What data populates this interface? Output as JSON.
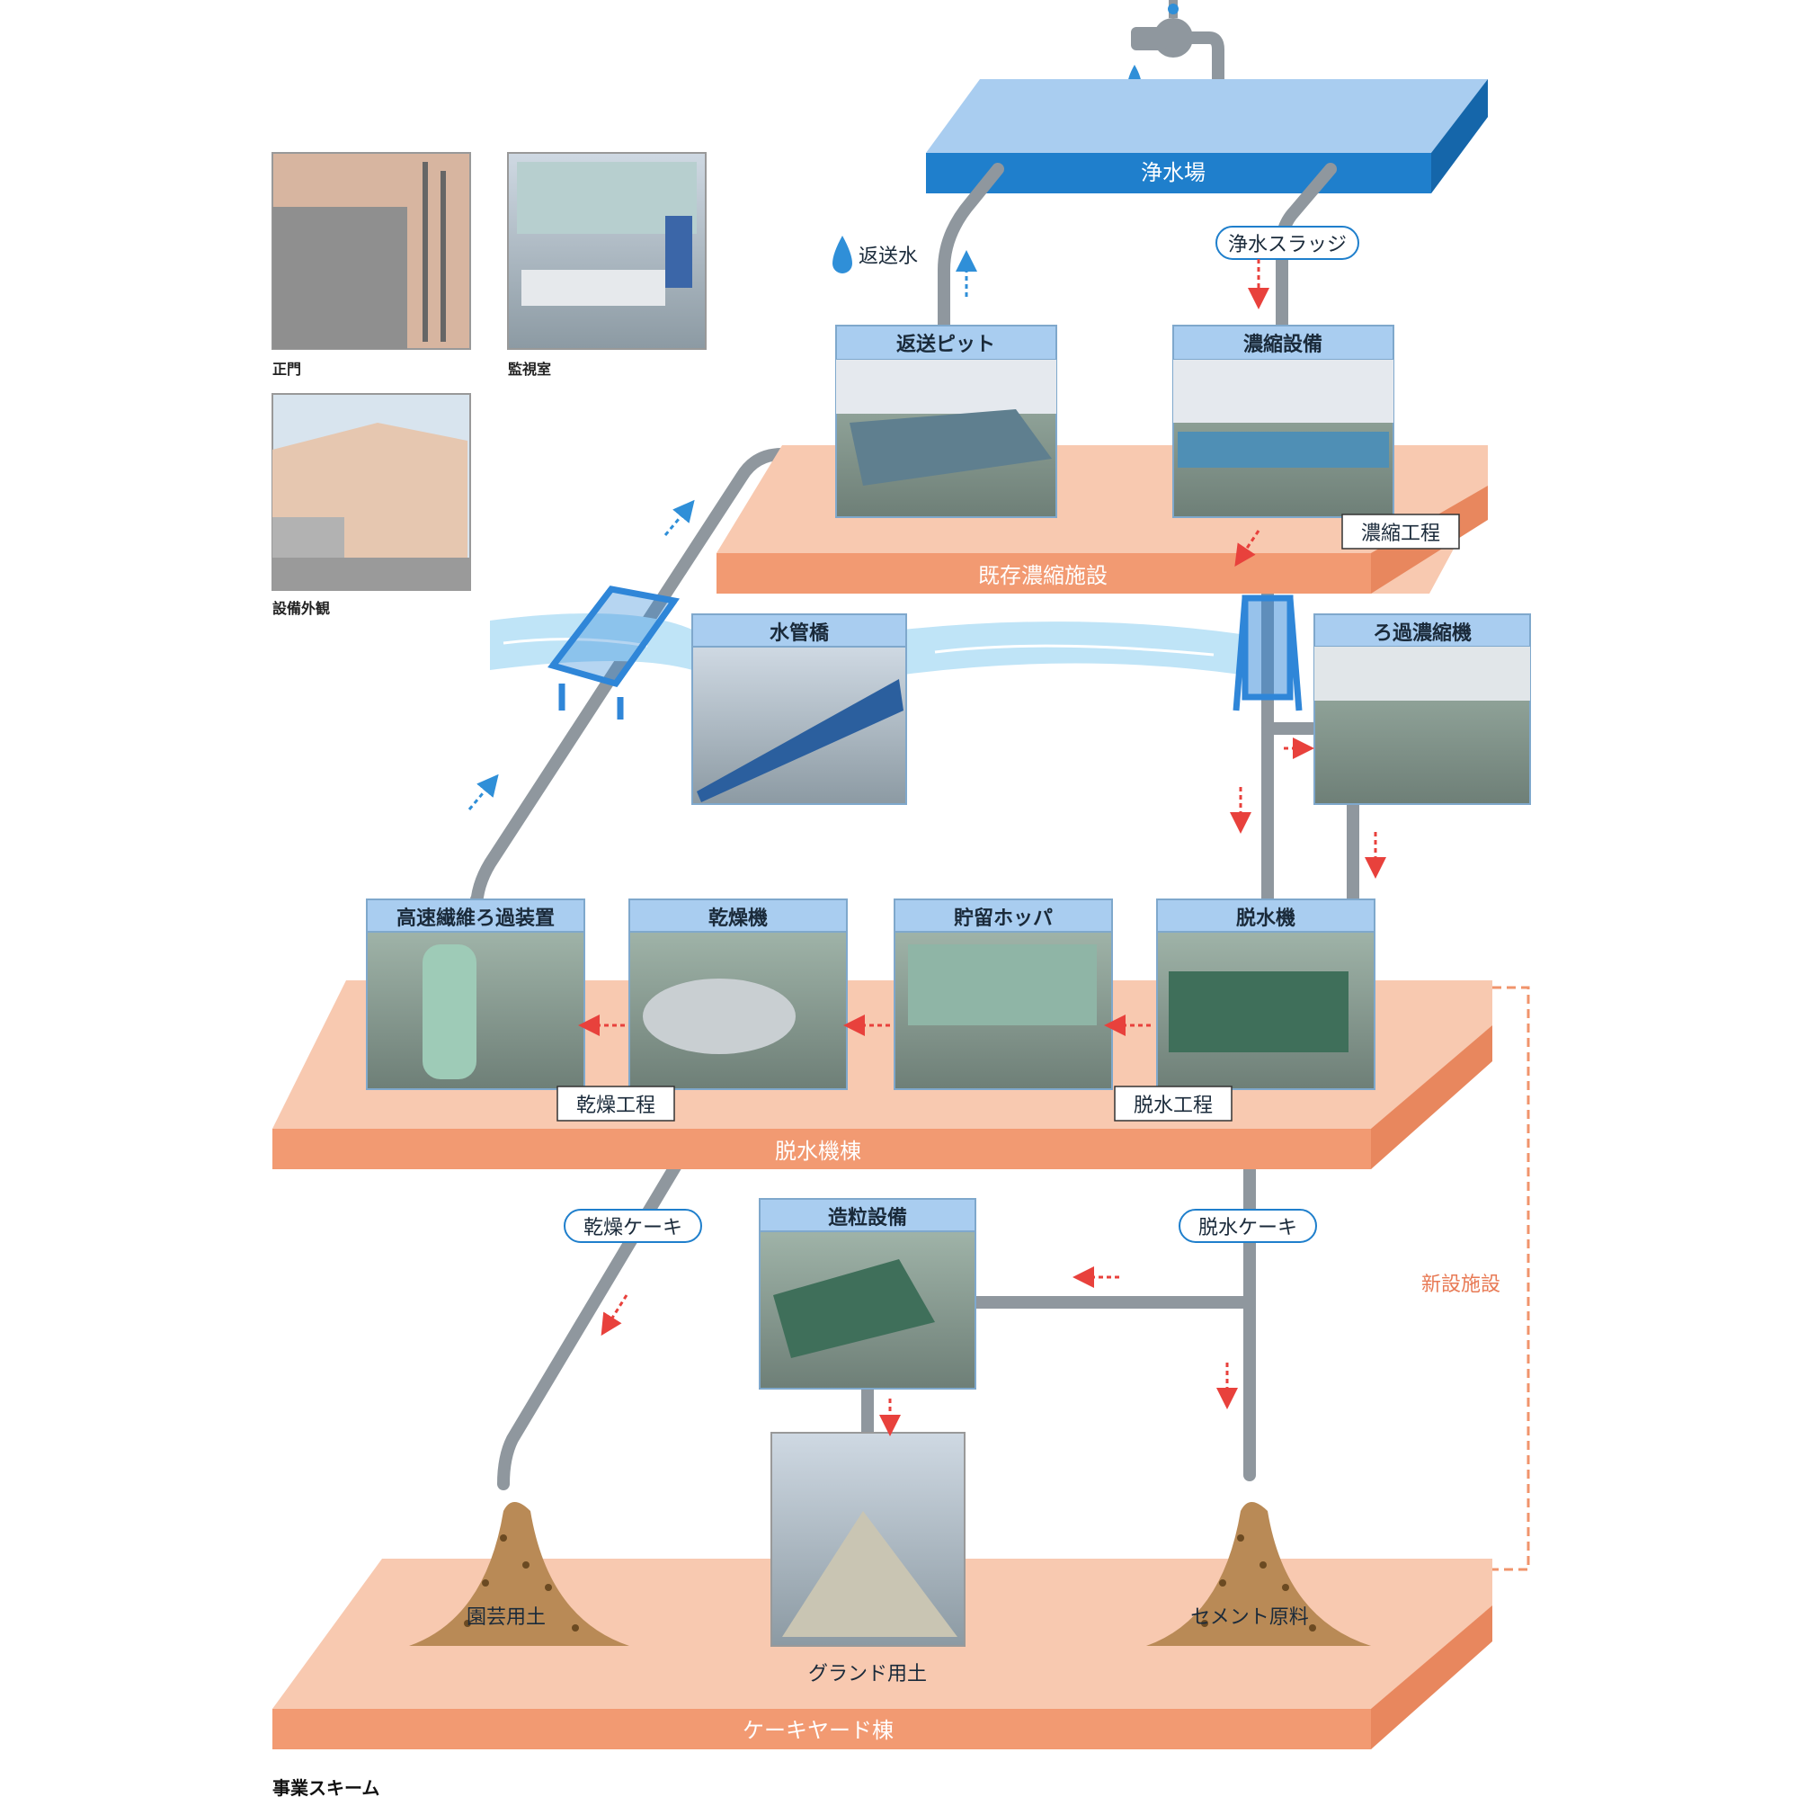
{
  "diagram": {
    "caption": "事業スキーム",
    "colors": {
      "platform_top": "#f8c9b0",
      "platform_front": "#f29a72",
      "top_platform_top": "#a9cdf0",
      "top_platform_front": "#1f7fcc",
      "box_header": "#a9cdf0",
      "pipe": "#8f979e",
      "arrow_red": "#e8413c",
      "arrow_blue": "#2f8fd8",
      "river": "#bfe4f7",
      "bridge": "#2f86d8",
      "soil": "#b98a56",
      "dashed_bracket": "#f0946c"
    },
    "platforms": {
      "water_plant": "浄水場",
      "existing_thickening": "既存濃縮施設",
      "dewatering_building": "脱水機棟",
      "cake_yard": "ケーキヤード棟"
    },
    "boxes": {
      "return_pit": "返送ピット",
      "thickening_equipment": "濃縮設備",
      "water_pipe_bridge": "水管橋",
      "filter_thickener": "ろ過濃縮機",
      "high_speed_fiber_filter": "高速繊維ろ過装置",
      "dryer": "乾燥機",
      "storage_hopper": "貯留ホッパ",
      "dewatering_machine": "脱水機",
      "granulation_equipment": "造粒設備"
    },
    "process_tags": {
      "thickening_process": "濃縮工程",
      "drying_process": "乾燥工程",
      "dewatering_process": "脱水工程"
    },
    "flow_labels": {
      "return_water": "返送水",
      "sludge": "浄水スラッジ",
      "dried_cake": "乾燥ケーキ",
      "dewatered_cake": "脱水ケーキ"
    },
    "products": {
      "garden_soil": "園芸用土",
      "ground_soil": "グランド用土",
      "cement_material": "セメント原料"
    },
    "new_facility_label": "新設施設",
    "photos": {
      "main_gate": "正門",
      "control_room": "監視室",
      "exterior": "設備外観"
    }
  }
}
